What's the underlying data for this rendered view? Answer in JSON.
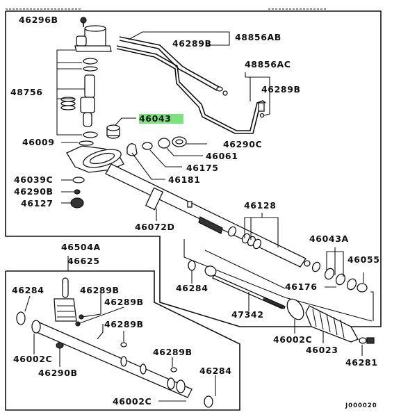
{
  "diagram": {
    "title": "Steering gear / power steering rack exploded parts diagram",
    "highlight_color": "#7be37b",
    "footer_code": "J000020",
    "labels": {
      "p46296B": "46296B",
      "p46289B_top": "46289B",
      "p48856AB": "48856AB",
      "p48856AC": "48856AC",
      "p46289B_right": "46289B",
      "p48756": "48756",
      "p46043": "46043",
      "p46009": "46009",
      "p46290C": "46290C",
      "p46061": "46061",
      "p46175": "46175",
      "p46039C": "46039C",
      "p46181": "46181",
      "p46290B_top": "46290B",
      "p46127": "46127",
      "p46128": "46128",
      "p46072D": "46072D",
      "p46504A": "46504A",
      "p46043A": "46043A",
      "p46625": "46625",
      "p46055": "46055",
      "p46284_mid": "46284",
      "p46176": "46176",
      "p46284_left": "46284",
      "p46289B_a": "46289B",
      "p46289B_b": "46289B",
      "p47342": "47342",
      "p46289B_c": "46289B",
      "p46002C_right": "46002C",
      "p46023": "46023",
      "p46002C_left": "46002C",
      "p46290B_bottom": "46290B",
      "p46289B_d": "46289B",
      "p46281": "46281",
      "p46284_bottom": "46284",
      "p46002C_bottom": "46002C"
    }
  }
}
